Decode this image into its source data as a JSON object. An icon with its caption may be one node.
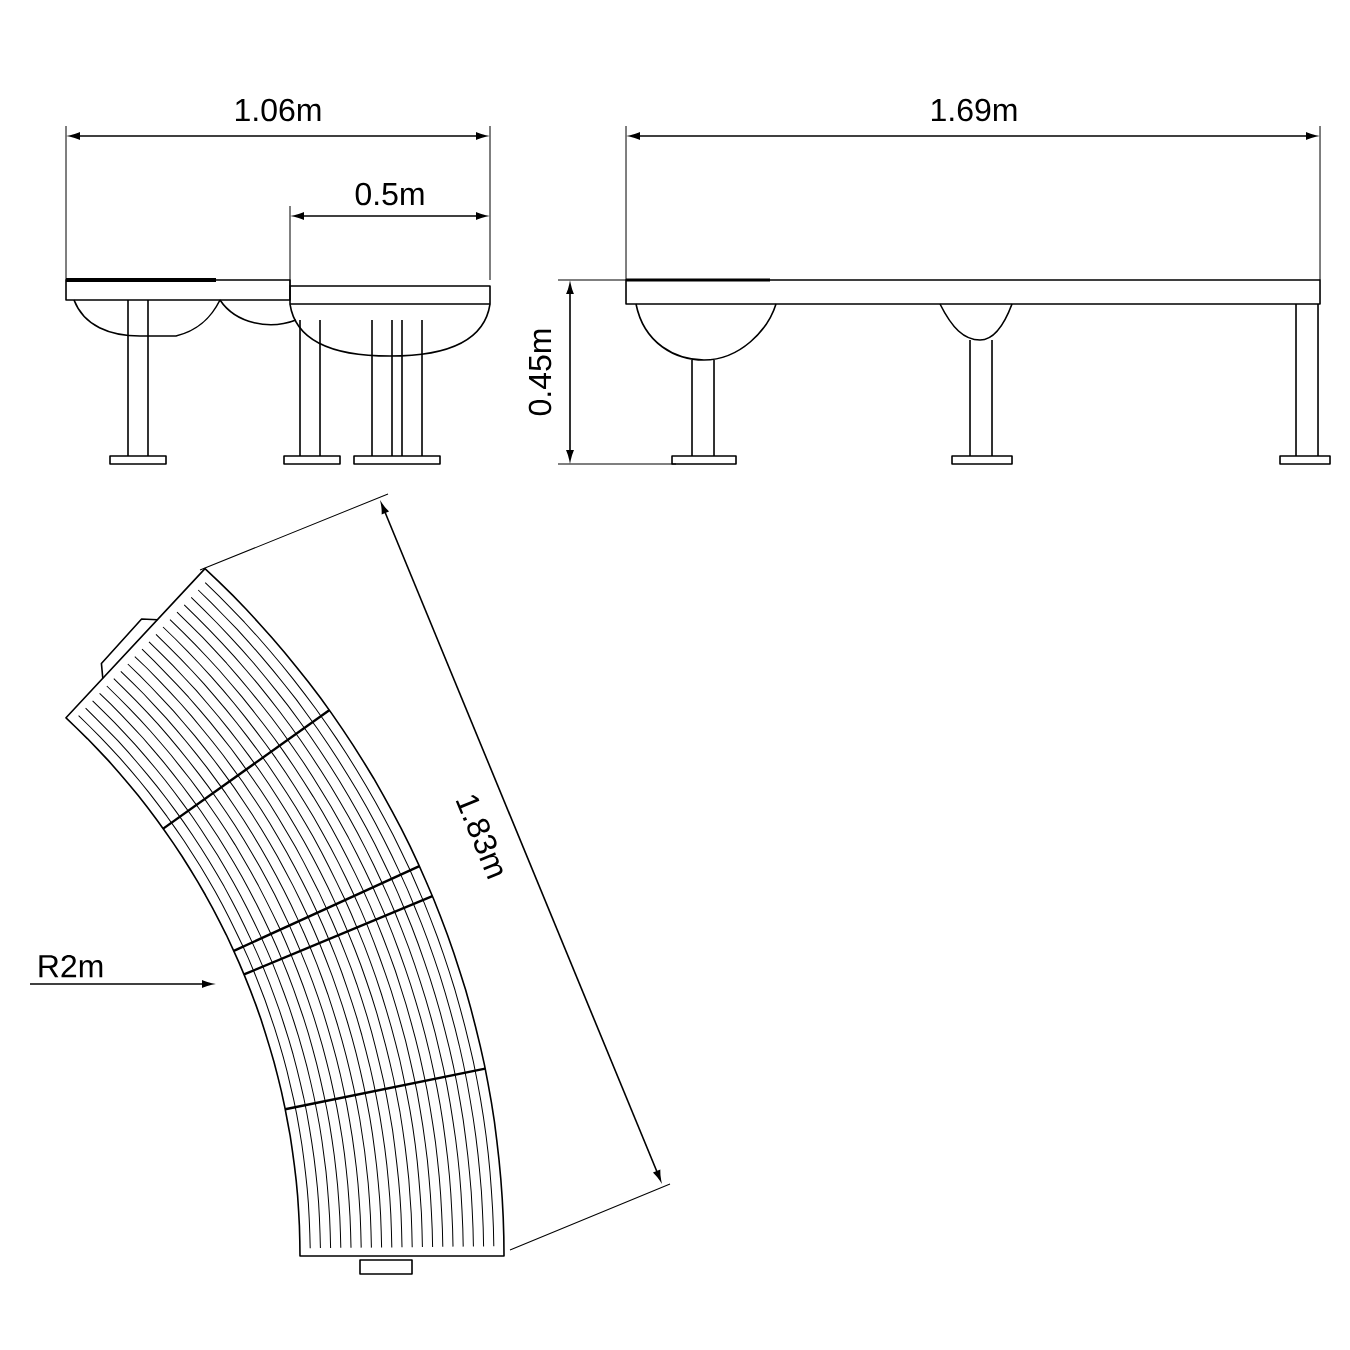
{
  "diagram": {
    "labels": [
      "1.06m",
      "0.5m",
      "1.69m",
      "0.45m",
      "1.83m",
      "R2m"
    ]
  }
}
